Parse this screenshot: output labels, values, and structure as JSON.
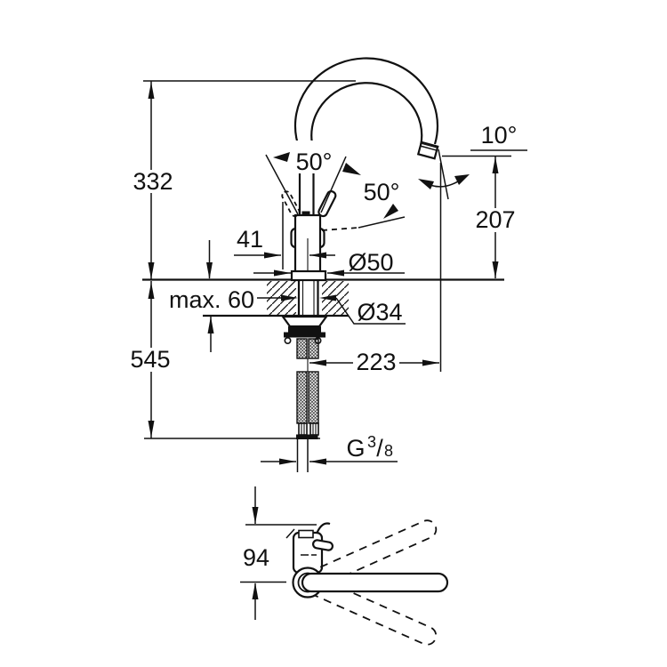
{
  "colors": {
    "line": "#111111",
    "background": "#ffffff"
  },
  "front_view": {
    "overall_height": "332",
    "below_counter_height": "545",
    "handle_front_offset": "41",
    "counter_thickness": "max. 60",
    "handle_lift_angle": "50°",
    "handle_side_angle": "50°",
    "outlet_angle": "10°",
    "outlet_height": "207",
    "base_diameter": "Ø50",
    "mounting_hole_diameter": "Ø34",
    "spout_reach": "223",
    "thread": {
      "prefix": "G",
      "numerator": "3",
      "slash": "/",
      "denominator": "8"
    }
  },
  "top_view": {
    "handle_to_spout_axis": "94"
  }
}
